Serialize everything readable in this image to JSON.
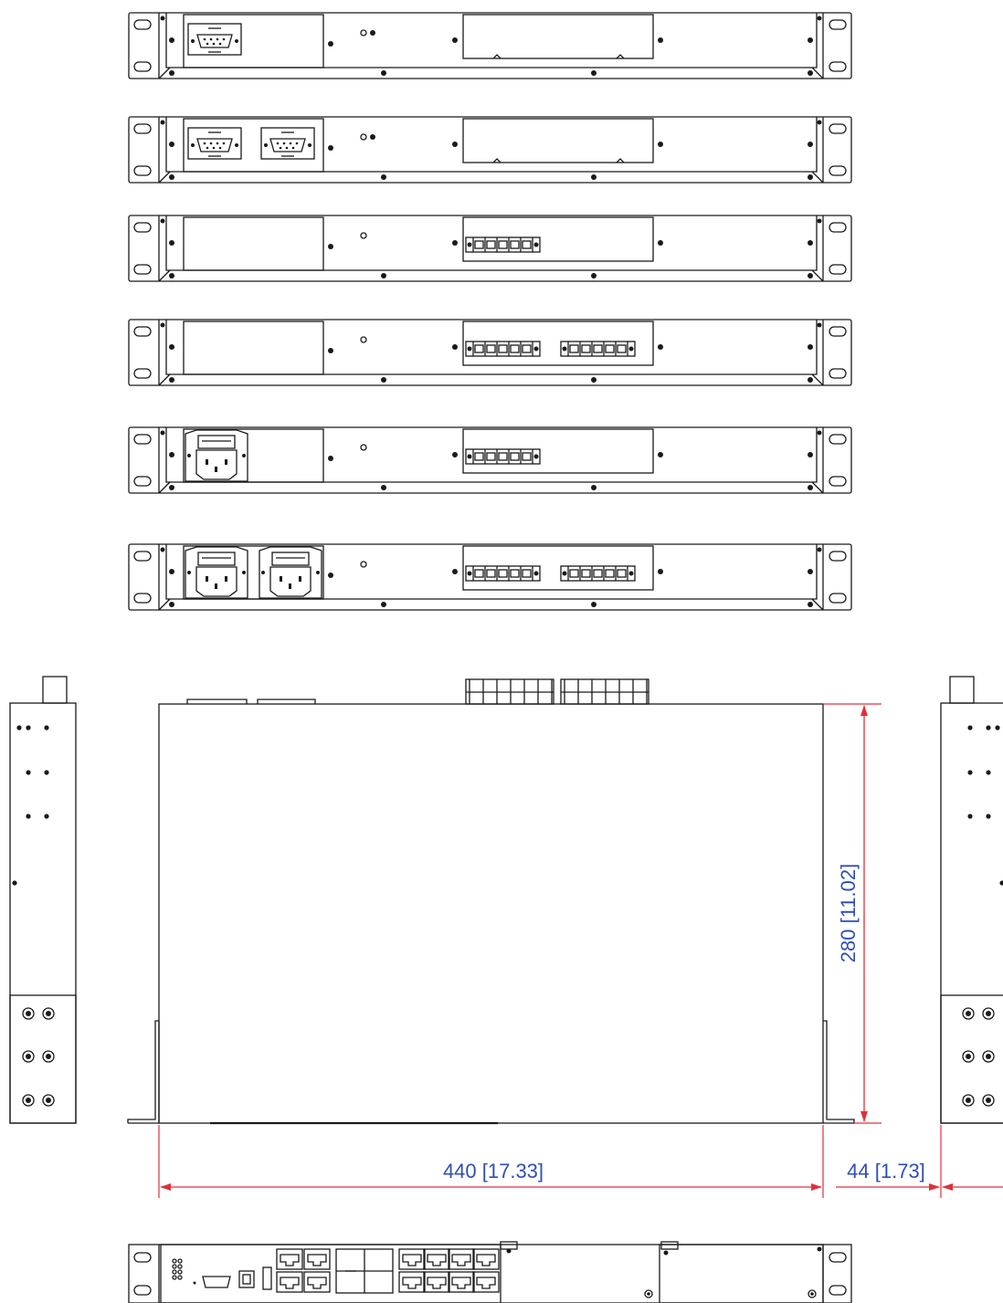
{
  "dimensions": {
    "width": "440 [17.33]",
    "depth": "280 [11.02]",
    "height": "44 [1.73]"
  },
  "colors": {
    "line": "#1a1a1a",
    "dimension_line": "#e0303a",
    "dimension_text": "#2f4fb4"
  },
  "views": [
    {
      "name": "front-panel-1-console-port",
      "modules": [
        "console-port"
      ],
      "terminal_blocks": 0
    },
    {
      "name": "front-panel-2-console-ports",
      "modules": [
        "console-port",
        "console-port"
      ],
      "terminal_blocks": 0
    },
    {
      "name": "front-panel-3-single-terminal-block",
      "modules": [],
      "terminal_blocks": 1
    },
    {
      "name": "front-panel-4-dual-terminal-block",
      "modules": [],
      "terminal_blocks": 2
    },
    {
      "name": "front-panel-5-single-ac-inlet",
      "modules": [
        "ac-inlet"
      ],
      "terminal_blocks": 1
    },
    {
      "name": "front-panel-6-dual-ac-inlet",
      "modules": [
        "ac-inlet",
        "ac-inlet"
      ],
      "terminal_blocks": 2
    }
  ]
}
